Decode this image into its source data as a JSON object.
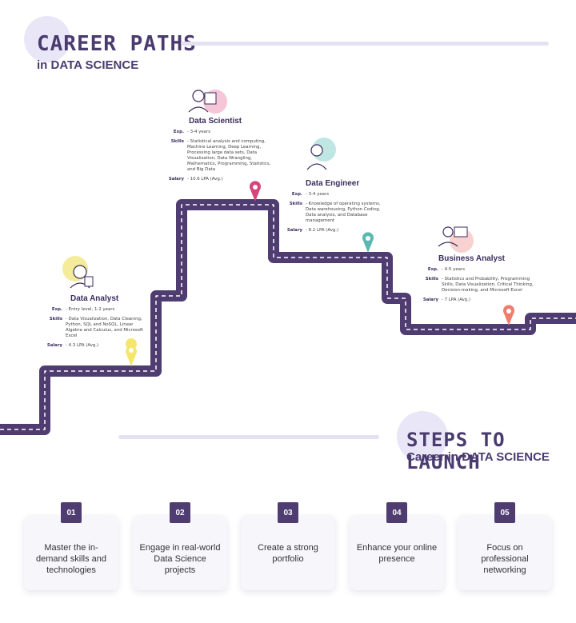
{
  "header": {
    "title": "CAREER PATHS",
    "subtitle": "in DATA SCIENCE"
  },
  "roles": [
    {
      "name": "Data Analyst",
      "exp_label": "Exp.",
      "exp": "- Entry level, 1-2 years",
      "skills_label": "Skills",
      "skills": "- Data Visualization, Data Cleaning, Python, SQL and NoSQL, Linear Algebra and Calculus, and Microsoft Excel",
      "salary_label": "Salary",
      "salary": "- 4.3 LPA (Avg.)",
      "icon": "analyst-person-icon",
      "accent": "#f4ec9a",
      "pin": "#f5e66b"
    },
    {
      "name": "Data Scientist",
      "exp_label": "Exp.",
      "exp": "- 3-4 years",
      "skills_label": "Skills",
      "skills": "- Statistical analysis and computing, Machine Learning, Deep Learning, Processing large data sets, Data Visualization, Data Wrangling, Mathematics, Programming, Statistics, and Big Data",
      "salary_label": "Salary",
      "salary": "- 10.6 LPA (Avg.)",
      "icon": "scientist-person-icon",
      "accent": "#f4c6d8",
      "pin": "#d9437a"
    },
    {
      "name": "Data Engineer",
      "exp_label": "Exp.",
      "exp": "- 3-4 years",
      "skills_label": "Skills",
      "skills": "- Knowledge of operating systems, Data warehousing, Python Coding, Data analysis, and Database management",
      "salary_label": "Salary",
      "salary": "- 8.2 LPA (Avg.)",
      "icon": "engineer-person-icon",
      "accent": "#bfe6e3",
      "pin": "#5bb8b0"
    },
    {
      "name": "Business Analyst",
      "exp_label": "Exp.",
      "exp": "- 4-5 years",
      "skills_label": "Skills",
      "skills": "- Statistics and Probability, Programming Skills, Data Visualization, Critical Thinking, Decision-making, and Microsoft Excel",
      "salary_label": "Salary",
      "salary": "- 7 LPA (Avg.)",
      "icon": "business-person-icon",
      "accent": "#f8d2d0",
      "pin": "#ef7d6e"
    }
  ],
  "steps_header": {
    "title": "STEPS TO LAUNCH",
    "subtitle": "Career in DATA SCIENCE"
  },
  "steps": [
    {
      "num": "01",
      "text": "Master the in-demand skills and technologies"
    },
    {
      "num": "02",
      "text": "Engage in real-world Data Science projects"
    },
    {
      "num": "03",
      "text": "Create a strong portfolio"
    },
    {
      "num": "04",
      "text": "Enhance your online presence"
    },
    {
      "num": "05",
      "text": "Focus on professional networking"
    }
  ],
  "colors": {
    "road": "#4f3d72",
    "accent_blob": "#e9e7f7",
    "line": "#e4e2f2"
  }
}
